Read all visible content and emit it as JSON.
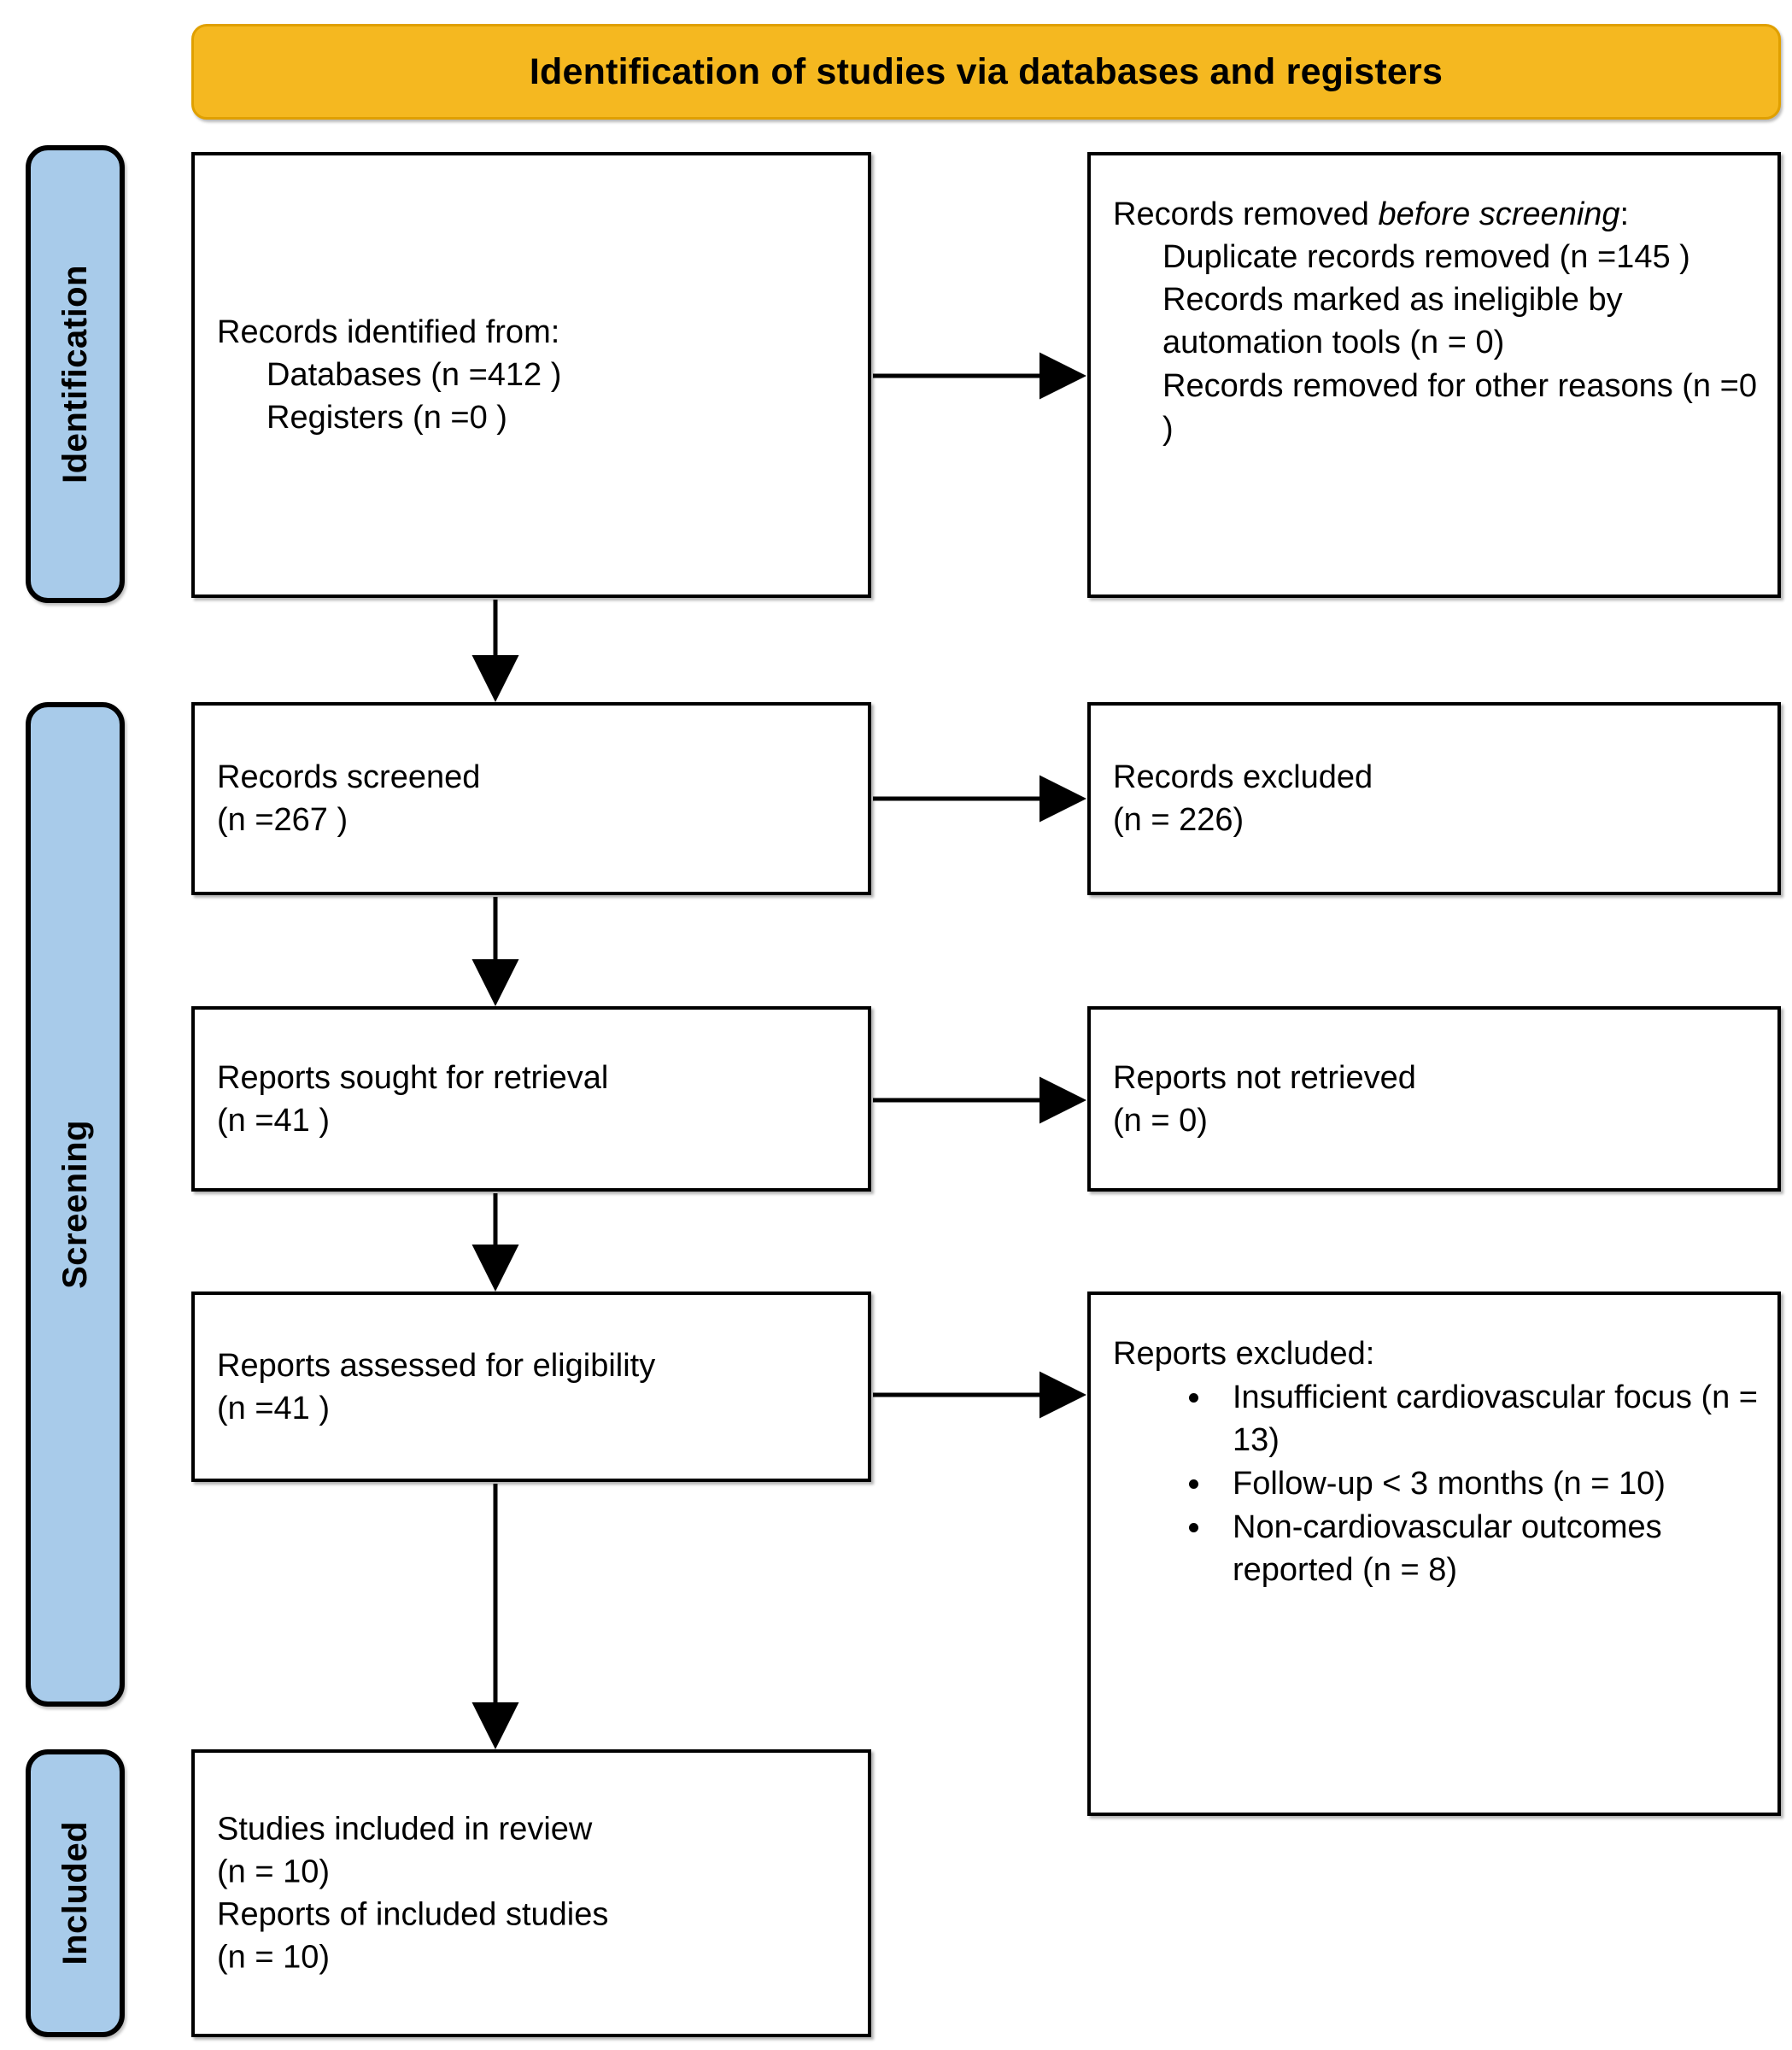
{
  "header": {
    "title": "Identification of studies via databases and registers",
    "color": "#F5B820"
  },
  "stages": {
    "identification": "Identification",
    "screening": "Screening",
    "included": "Included",
    "color": "#A8CBEA"
  },
  "boxes": {
    "records_identified": {
      "heading": "Records identified from:",
      "items": [
        "Databases (n =412 )",
        "Registers (n =0 )"
      ]
    },
    "records_removed": {
      "heading_plain": "Records removed ",
      "heading_italic": "before screening",
      "heading_colon": ":",
      "items": [
        "Duplicate records removed (n =145 )",
        "Records marked as ineligible by automation tools (n = 0)",
        "Records removed for other reasons (n =0 )"
      ]
    },
    "records_screened": {
      "label": "Records screened",
      "count": "(n =267 )"
    },
    "records_excluded": {
      "label": "Records excluded",
      "count": "(n = 226)"
    },
    "reports_sought": {
      "label": "Reports sought for retrieval",
      "count": "(n =41 )"
    },
    "reports_not_retrieved": {
      "label": "Reports not retrieved",
      "count": "(n = 0)"
    },
    "reports_assessed": {
      "label": "Reports assessed for eligibility",
      "count": "(n =41 )"
    },
    "reports_excluded": {
      "heading": "Reports excluded:",
      "reasons": [
        "Insufficient cardiovascular focus (n = 13)",
        "Follow-up < 3 months (n = 10)",
        "Non-cardiovascular outcomes reported (n = 8)"
      ]
    },
    "studies_included": {
      "label_studies": "Studies included in review",
      "count_studies": "(n = 10)",
      "label_reports": "Reports of included studies",
      "count_reports": "(n = 10)"
    }
  },
  "chart_data": {
    "type": "diagram",
    "title": "PRISMA 2020 flow diagram",
    "nodes": [
      {
        "id": "records_identified",
        "stage": "Identification",
        "column": "left",
        "n_databases": 412,
        "n_registers": 0
      },
      {
        "id": "records_removed",
        "stage": "Identification",
        "column": "right",
        "n_duplicates": 145,
        "n_automation": 0,
        "n_other": 0
      },
      {
        "id": "records_screened",
        "stage": "Screening",
        "column": "left",
        "n": 267
      },
      {
        "id": "records_excluded",
        "stage": "Screening",
        "column": "right",
        "n": 226
      },
      {
        "id": "reports_sought",
        "stage": "Screening",
        "column": "left",
        "n": 41
      },
      {
        "id": "reports_not_retrieved",
        "stage": "Screening",
        "column": "right",
        "n": 0
      },
      {
        "id": "reports_assessed",
        "stage": "Screening",
        "column": "left",
        "n": 41
      },
      {
        "id": "reports_excluded",
        "stage": "Screening",
        "column": "right",
        "n_insufficient_cv_focus": 13,
        "n_followup_lt_3mo": 10,
        "n_non_cv_outcomes": 8
      },
      {
        "id": "studies_included",
        "stage": "Included",
        "column": "left",
        "n_studies": 10,
        "n_reports": 10
      }
    ],
    "edges": [
      {
        "from": "records_identified",
        "to": "records_removed",
        "direction": "right"
      },
      {
        "from": "records_identified",
        "to": "records_screened",
        "direction": "down"
      },
      {
        "from": "records_screened",
        "to": "records_excluded",
        "direction": "right"
      },
      {
        "from": "records_screened",
        "to": "reports_sought",
        "direction": "down"
      },
      {
        "from": "reports_sought",
        "to": "reports_not_retrieved",
        "direction": "right"
      },
      {
        "from": "reports_sought",
        "to": "reports_assessed",
        "direction": "down"
      },
      {
        "from": "reports_assessed",
        "to": "reports_excluded",
        "direction": "right"
      },
      {
        "from": "reports_assessed",
        "to": "studies_included",
        "direction": "down"
      }
    ]
  }
}
